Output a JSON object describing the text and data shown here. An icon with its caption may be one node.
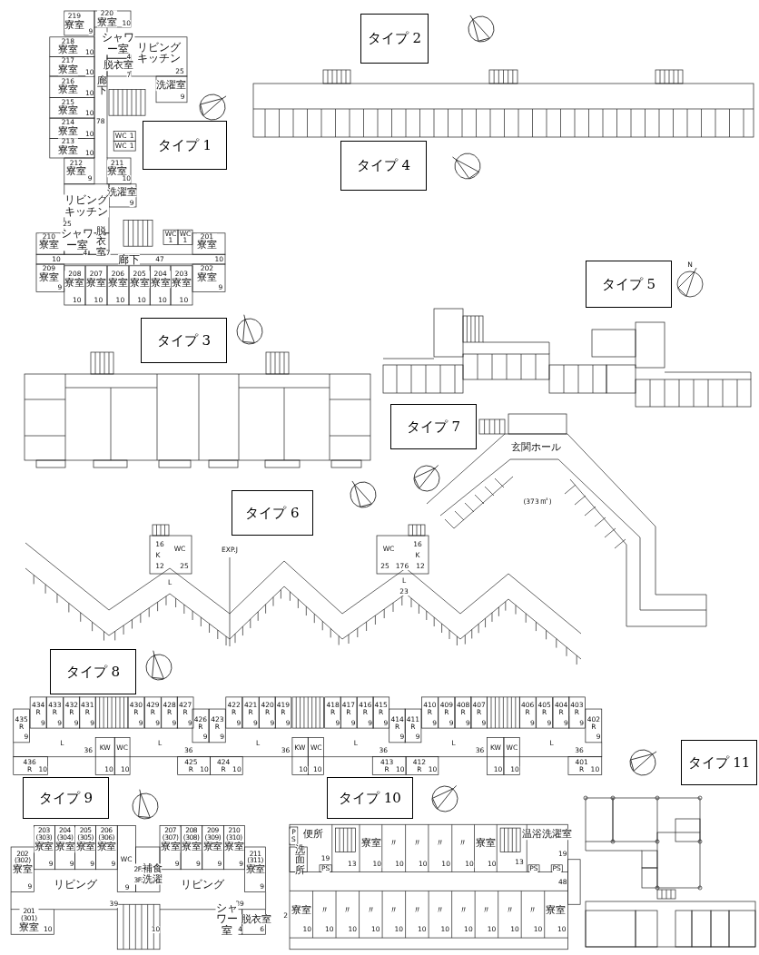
{
  "diagram": {
    "nodes": [
      {
        "text": [
          "タイプ 2"
        ]
      },
      {
        "text": [
          "タイプ 1"
        ]
      },
      {
        "text": [
          "タイプ 4"
        ]
      },
      {
        "text": [
          "タイプ 5"
        ]
      },
      {
        "text": [
          "タイプ 3"
        ]
      },
      {
        "text": [
          "タイプ 7"
        ]
      },
      {
        "text": [
          "タイプ 6"
        ]
      },
      {
        "text": [
          "タイプ 8"
        ]
      },
      {
        "text": [
          "タイプ 11"
        ]
      },
      {
        "text": [
          "タイプ 10"
        ]
      },
      {
        "text": [
          "タイプ 9"
        ]
      }
    ],
    "labels": [
      "219 寮室",
      "9",
      "220 寮室",
      "10",
      "218 寮室",
      "10",
      "シャワー室",
      "4",
      "リビングキッチン",
      "25",
      "217 寮室",
      "10",
      "脱衣室",
      "7",
      "216 寮室",
      "10",
      "廊下",
      "洗濯室",
      "9",
      "215 寮室",
      "10",
      "214 寮室",
      "10",
      "78",
      "WC",
      "1",
      "WC",
      "1",
      "213 寮室",
      "10",
      "212 寮室",
      "9",
      "211 寮室",
      "10",
      "洗濯室",
      "9",
      "リビングキッチン",
      "25",
      "210 寮室",
      "シャワー室",
      "4",
      "脱衣室",
      "7",
      "WC",
      "1",
      "WC",
      "1",
      "201 寮室",
      "10",
      "廊下",
      "47",
      "10",
      "209 寮室",
      "9",
      "208 寮室",
      "10",
      "207 寮室",
      "10",
      "206 寮室",
      "10",
      "205 寮室",
      "10",
      "204 寮室",
      "10",
      "203 寮室",
      "10",
      "202 寮室",
      "9",
      "N",
      "玄関ホール",
      "(373㎡)",
      "16",
      "WC",
      "K",
      "12",
      "25",
      "L",
      "EXP.J",
      "WC",
      "16",
      "K",
      "25",
      "176",
      "12",
      "L",
      "23",
      "435 R",
      "9",
      "434 R",
      "9",
      "433 R",
      "9",
      "432 R",
      "9",
      "431 R",
      "9",
      "430 R",
      "9",
      "429 R",
      "9",
      "428 R",
      "9",
      "427 R",
      "9",
      "426 R",
      "9",
      "423 R",
      "9",
      "422 R",
      "9",
      "421 R",
      "9",
      "420 R",
      "9",
      "419 R",
      "9",
      "418 R",
      "9",
      "417 R",
      "9",
      "416 R",
      "9",
      "415 R",
      "9",
      "414 R",
      "9",
      "411 R",
      "9",
      "410 R",
      "9",
      "409 R",
      "9",
      "408 R",
      "9",
      "407 R",
      "9",
      "406 R",
      "9",
      "405 R",
      "9",
      "404 R",
      "9",
      "403 R",
      "9",
      "402 R",
      "9",
      "L",
      "L",
      "L",
      "L",
      "L",
      "L",
      "36",
      "KW",
      "WC",
      "36",
      "36",
      "KW",
      "WC",
      "36",
      "36",
      "KW",
      "WC",
      "36",
      "436 R",
      "10",
      "10",
      "10",
      "425 R",
      "10",
      "424 R",
      "10",
      "10",
      "10",
      "413 R",
      "10",
      "412 R",
      "10",
      "10",
      "10",
      "401 R",
      "10",
      "203 (303) 寮室",
      "9",
      "204 (304) 寮室",
      "9",
      "205 (305) 寮室",
      "9",
      "206 (306) 寮室",
      "9",
      "207 (307) 寮室",
      "9",
      "208 (308) 寮室",
      "9",
      "209 (309) 寮室",
      "9",
      "210 (310) 寮室",
      "9",
      "202 (302) 寮室",
      "9",
      "WC",
      "2F:補食 3F:洗濯",
      "211 (311) 寮室",
      "9",
      "リビング",
      "9",
      "リビング",
      "39",
      "39",
      "201 (301) 寮室",
      "10",
      "10",
      "シャワー室",
      "4",
      "脱衣室",
      "6",
      "PS",
      "便所",
      "洗面所",
      "19",
      "PS",
      "13",
      "寮室",
      "10",
      "〃",
      "10",
      "〃",
      "10",
      "〃",
      "10",
      "〃",
      "10",
      "寮室",
      "10",
      "13",
      "PS",
      "PS",
      "温浴洗濯室",
      "19",
      "48",
      "2",
      "寮室",
      "10",
      "〃",
      "10",
      "〃",
      "10",
      "〃",
      "10",
      "〃",
      "10",
      "〃",
      "10",
      "〃",
      "10",
      "〃",
      "10",
      "〃",
      "10",
      "〃",
      "10",
      "〃",
      "10",
      "寮室",
      "10"
    ]
  }
}
